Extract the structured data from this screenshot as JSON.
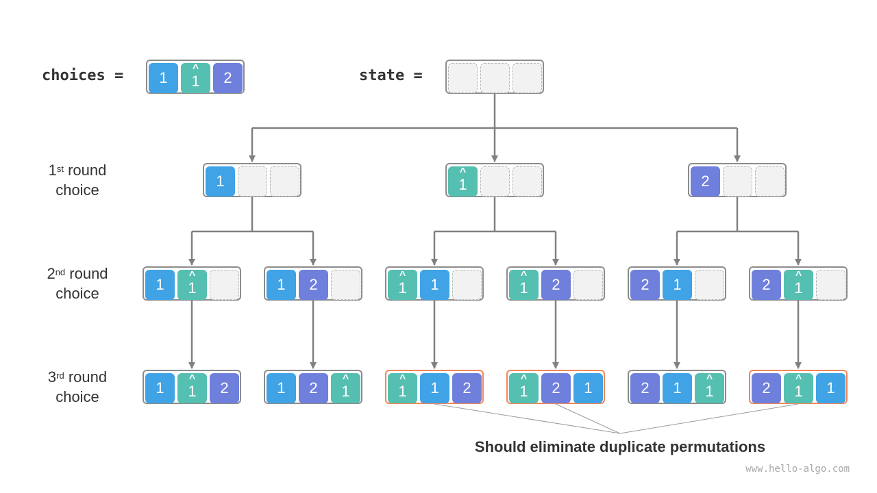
{
  "colors": {
    "1": "#3fa3e6",
    "1h": "#55bfb1",
    "2": "#6f7fdc",
    "empty": "#f2f2f2",
    "border": "#8c8c8c",
    "duplicate_border": "#f0875a",
    "edge": "#808080"
  },
  "header": {
    "choices_label": "choices =",
    "state_label": "state ="
  },
  "choices": [
    "1",
    "1h",
    "2"
  ],
  "state": [
    "",
    "",
    ""
  ],
  "row_labels": [
    {
      "ord": "1",
      "sup": "st",
      "rest": " round",
      "line2": "choice"
    },
    {
      "ord": "2",
      "sup": "nd",
      "rest": " round",
      "line2": "choice"
    },
    {
      "ord": "3",
      "sup": "rd",
      "rest": " round",
      "line2": "choice"
    }
  ],
  "levels": [
    [
      [
        "1",
        "",
        ""
      ],
      [
        "1h",
        "",
        ""
      ],
      [
        "2",
        "",
        ""
      ]
    ],
    [
      [
        "1",
        "1h",
        ""
      ],
      [
        "1",
        "2",
        ""
      ],
      [
        "1h",
        "1",
        ""
      ],
      [
        "1h",
        "2",
        ""
      ],
      [
        "2",
        "1",
        ""
      ],
      [
        "2",
        "1h",
        ""
      ]
    ],
    [
      [
        "1",
        "1h",
        "2"
      ],
      [
        "1",
        "2",
        "1h"
      ],
      [
        "1h",
        "1",
        "2"
      ],
      [
        "1h",
        "2",
        "1"
      ],
      [
        "2",
        "1",
        "1h"
      ],
      [
        "2",
        "1h",
        "1"
      ]
    ]
  ],
  "duplicates": [
    2,
    3,
    5
  ],
  "note": "Should eliminate duplicate permutations",
  "watermark": "www.hello-algo.com"
}
